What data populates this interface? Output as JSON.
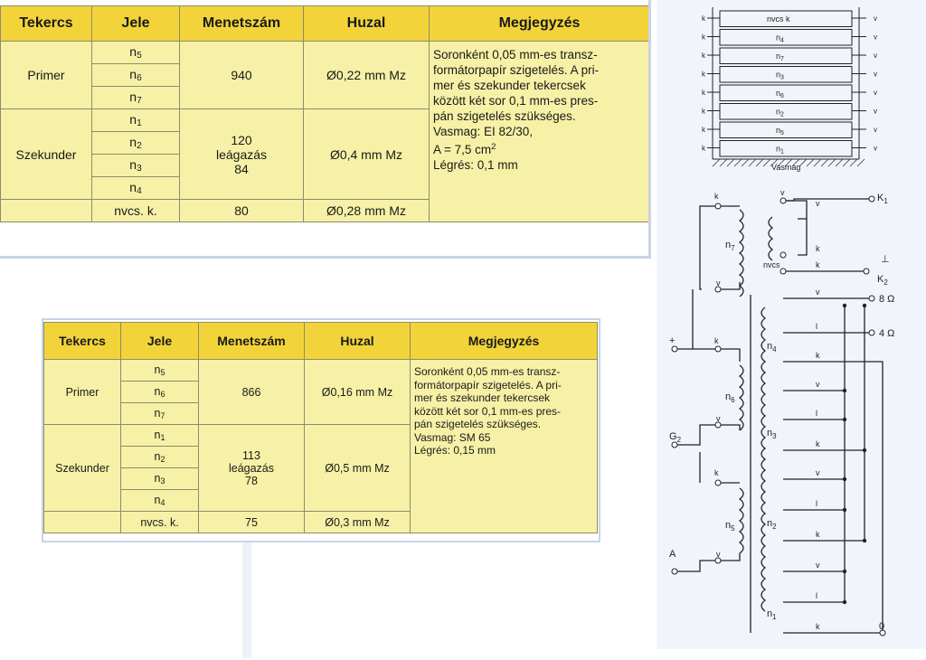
{
  "headers": {
    "coil": "Tekercs",
    "symbol": "Jele",
    "turns": "Menetszám",
    "wire": "Huzal",
    "note": "Megjegyzés"
  },
  "table1": {
    "primary": "Primer",
    "secondary": "Szekunder",
    "n5": "5",
    "n6": "6",
    "n7": "7",
    "n1": "1",
    "n2": "2",
    "n3": "3",
    "n4": "4",
    "nvcs": "nvcs. k.",
    "primary_turns": "940",
    "sec_turns_1": "120",
    "sec_turns_2": "leágazás",
    "sec_turns_3": "84",
    "nvcs_turns": "80",
    "primary_wire": "Ø0,22 mm Mz",
    "sec_wire": "Ø0,4 mm Mz",
    "nvcs_wire": "Ø0,28 mm Mz",
    "note_1": "Soronként 0,05 mm-es transz-",
    "note_2": "formátorpapír szigetelés. A pri-",
    "note_3": "mer és szekunder tekercsek",
    "note_4": "között két sor 0,1 mm-es pres-",
    "note_5": "pán szigetelés szükséges.",
    "note_6": "Vasmag: EI 82/30,",
    "note_7a": "A = 7,5 cm",
    "note_7b": "2",
    "note_8": "Légrés: 0,1 mm"
  },
  "table2": {
    "primary": "Primer",
    "secondary": "Szekunder",
    "n5": "5",
    "n6": "6",
    "n7": "7",
    "n1": "1",
    "n2": "2",
    "n3": "3",
    "n4": "4",
    "nvcs": "nvcs. k.",
    "primary_turns": "866",
    "sec_turns_1": "113",
    "sec_turns_2": "leágazás",
    "sec_turns_3": "78",
    "nvcs_turns": "75",
    "primary_wire": "Ø0,16 mm Mz",
    "sec_wire": "Ø0,5 mm Mz",
    "nvcs_wire": "Ø0,3 mm Mz",
    "note_1": "Soronként 0,05 mm-es transz-",
    "note_2": "formátorpapír szigetelés. A pri-",
    "note_3": "mer és szekunder tekercsek",
    "note_4": "között két sor 0,1 mm-es pres-",
    "note_5": "pán szigetelés szükséges.",
    "note_6": "Vasmag: SM 65",
    "note_7": "Légrés: 0,15 mm"
  },
  "diagram": {
    "layer_labels": [
      "nvcs k",
      "4",
      "7",
      "3",
      "6",
      "2",
      "5",
      "1"
    ],
    "n_letter": "n",
    "k": "k",
    "v": "v",
    "l": "l",
    "core": "Vasmag",
    "K": "K",
    "K1sub": "1",
    "K2sub": "2",
    "nvcs": "nvcs",
    "ohm8": "8 Ω",
    "ohm4": "4 Ω",
    "plus": "+",
    "G": "G",
    "G2sub": "2",
    "A": "A",
    "zero": "0",
    "ground": "⊥"
  }
}
